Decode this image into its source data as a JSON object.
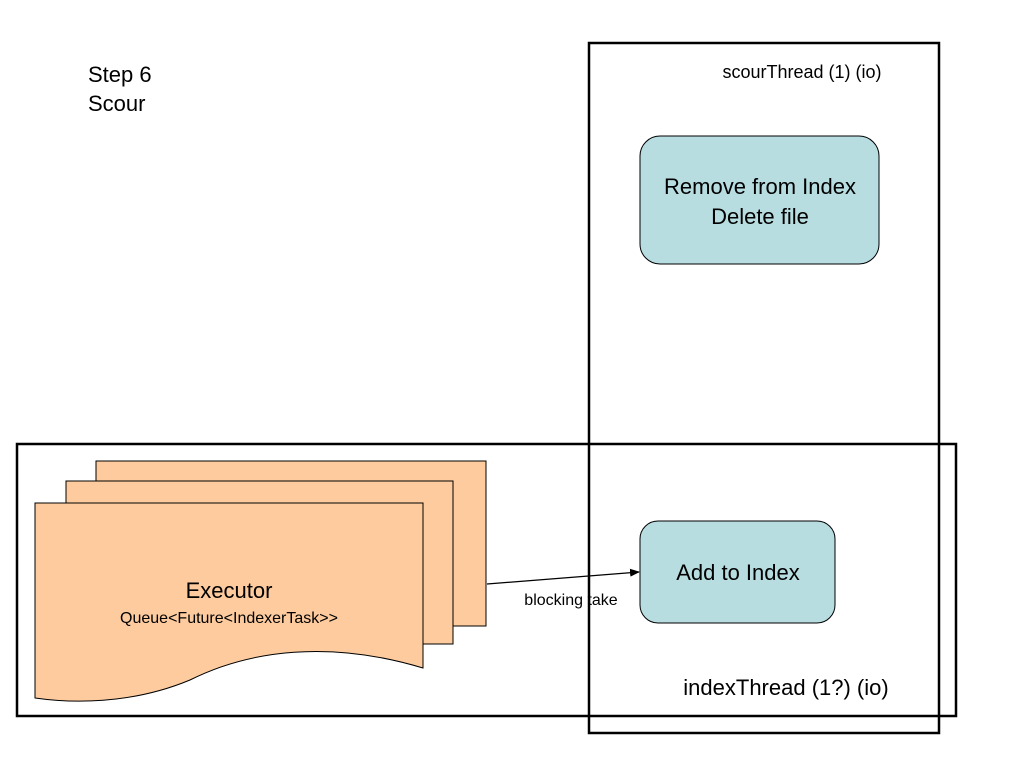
{
  "title": {
    "line1": "Step 6",
    "line2": "Scour"
  },
  "scour_thread": {
    "label": "scourThread (1) (io)",
    "task_line1": "Remove from Index",
    "task_line2": "Delete file"
  },
  "index_thread": {
    "label": "indexThread (1?) (io)",
    "task": "Add to Index"
  },
  "executor": {
    "label": "Executor",
    "queue": "Queue<Future<IndexerTask>>"
  },
  "connector": {
    "label": "blocking take"
  },
  "colors": {
    "executor_fill": "#FDCB9E",
    "task_fill": "#B7DDE1",
    "stroke": "#000000"
  }
}
